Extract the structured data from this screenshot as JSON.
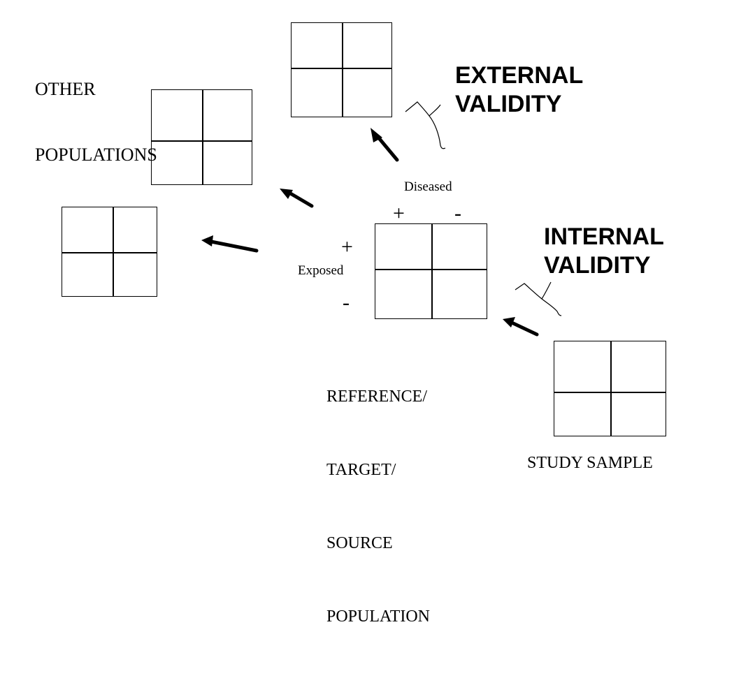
{
  "labels": {
    "other_populations_line1": "OTHER",
    "other_populations_line2": "POPULATIONS",
    "external_line1": "EXTERNAL",
    "external_line2": "VALIDITY",
    "internal_line1": "INTERNAL",
    "internal_line2": "VALIDITY",
    "diseased": "Diseased",
    "exposed": "Exposed",
    "diseased_plus": "+",
    "diseased_minus": "-",
    "exposed_plus": "+",
    "exposed_minus": "-",
    "reference_line1": "REFERENCE/",
    "reference_line2": "TARGET/",
    "reference_line3": "SOURCE",
    "reference_line4": "POPULATION",
    "study_sample": "STUDY SAMPLE"
  }
}
